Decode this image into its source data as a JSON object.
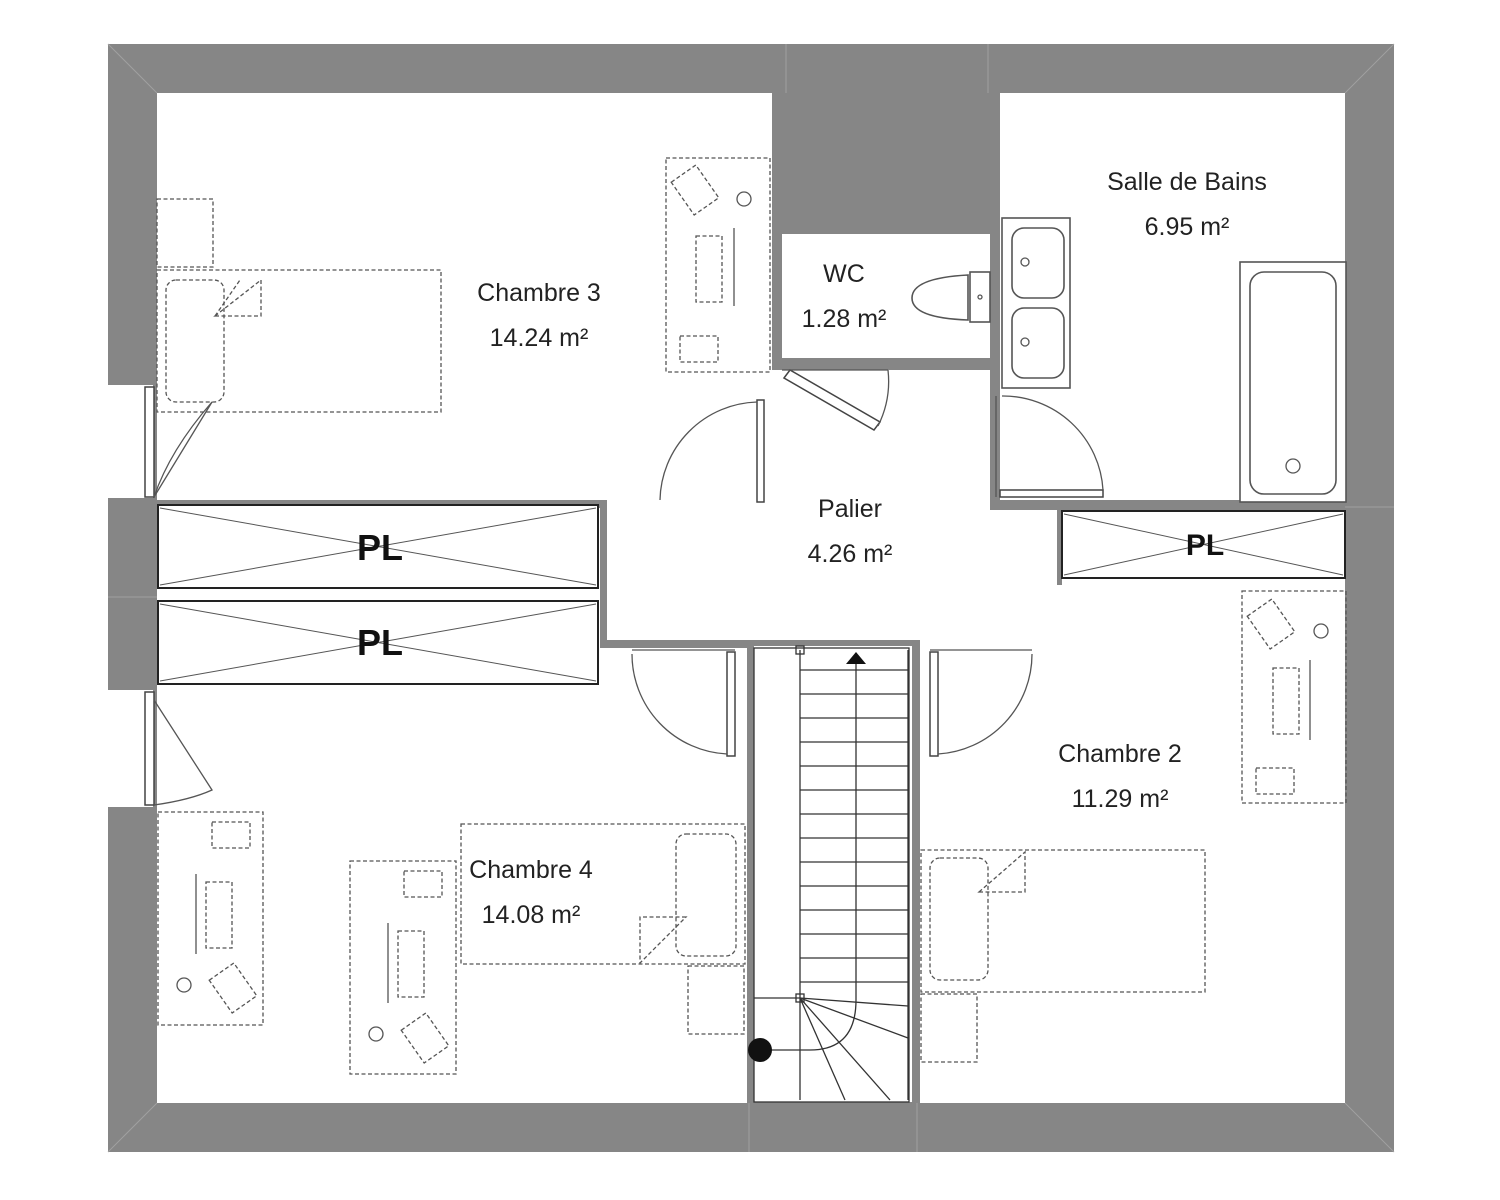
{
  "rooms": {
    "chambre3": {
      "name": "Chambre 3",
      "area": "14.24 m²"
    },
    "wc": {
      "name": "WC",
      "area": "1.28 m²"
    },
    "sdb": {
      "name": "Salle de Bains",
      "area": "6.95 m²"
    },
    "palier": {
      "name": "Palier",
      "area": "4.26 m²"
    },
    "chambre2": {
      "name": "Chambre 2",
      "area": "11.29 m²"
    },
    "chambre4": {
      "name": "Chambre 4",
      "area": "14.08 m²"
    }
  },
  "closets": {
    "pl1": "PL",
    "pl2": "PL",
    "pl3": "PL"
  },
  "colors": {
    "wall": "#868686",
    "background": "#ffffff",
    "text": "#222222"
  }
}
